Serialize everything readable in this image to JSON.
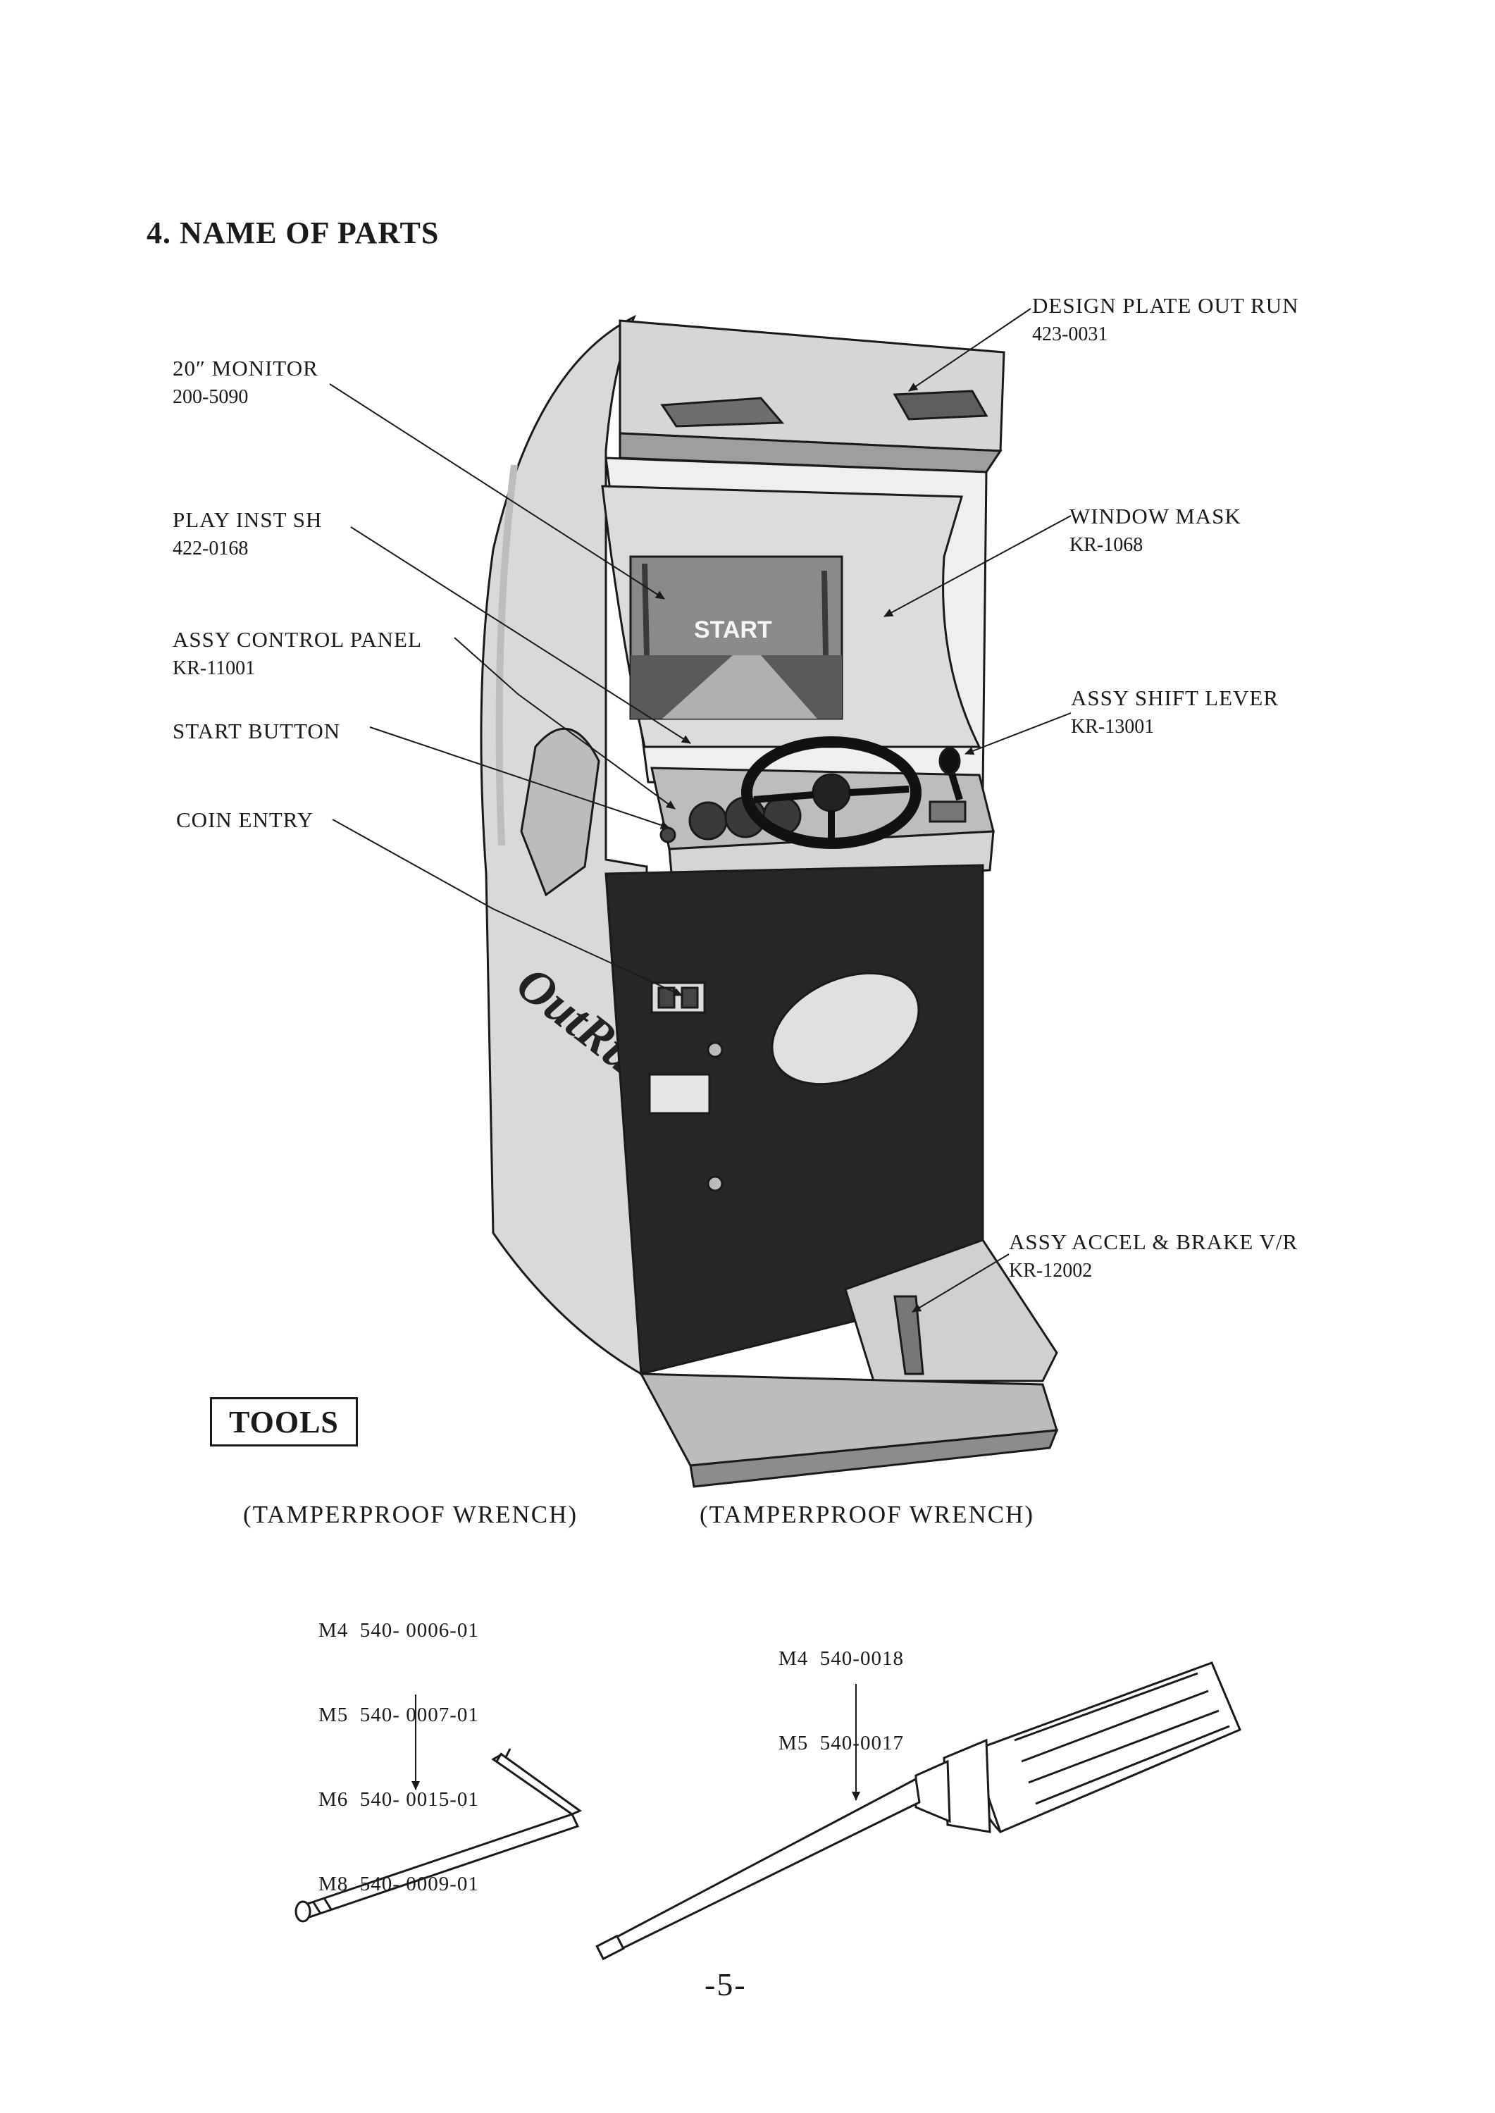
{
  "heading": "4.  NAME OF PARTS",
  "parts": [
    {
      "name": "20″ MONITOR",
      "code": "200-5090"
    },
    {
      "name": "PLAY INST SH",
      "code": "422-0168"
    },
    {
      "name": "ASSY CONTROL PANEL",
      "code": "KR-11001"
    },
    {
      "name": "START BUTTON",
      "code": ""
    },
    {
      "name": "COIN ENTRY",
      "code": ""
    },
    {
      "name": "DESIGN PLATE OUT RUN",
      "code": "423-0031"
    },
    {
      "name": "WINDOW MASK",
      "code": "KR-1068"
    },
    {
      "name": "ASSY SHIFT LEVER",
      "code": "KR-13001"
    },
    {
      "name": "ASSY ACCEL & BRAKE V/R",
      "code": "KR-12002"
    }
  ],
  "tools": {
    "title": "TOOLS",
    "wrench_left": {
      "label": "(TAMPERPROOF WRENCH)",
      "sizes": [
        "M4  540- 0006-01",
        "M5  540- 0007-01",
        "M6  540- 0015-01",
        "M8  540- 0009-01"
      ]
    },
    "wrench_right": {
      "label": "(TAMPERPROOF WRENCH)",
      "sizes": [
        "M4  540-0018",
        "M5  540-0017"
      ]
    }
  },
  "page_number": "-5-"
}
